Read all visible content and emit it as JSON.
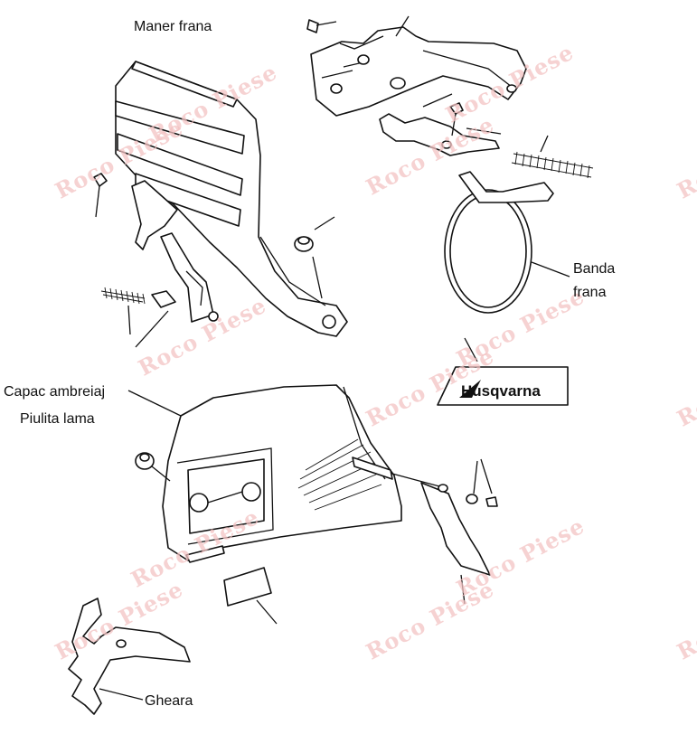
{
  "labels": {
    "maner_frana": "Maner frana",
    "banda_frana_1": "Banda",
    "banda_frana_2": "frana",
    "capac_ambreiaj": "Capac ambreiaj",
    "piulita_lama": "Piulita lama",
    "gheara": "Gheara"
  },
  "logo": {
    "brand": "Husqvarna"
  },
  "watermark": {
    "text": "Roco Piese"
  },
  "colors": {
    "watermark": "#f3c3c3",
    "line": "#111111"
  }
}
